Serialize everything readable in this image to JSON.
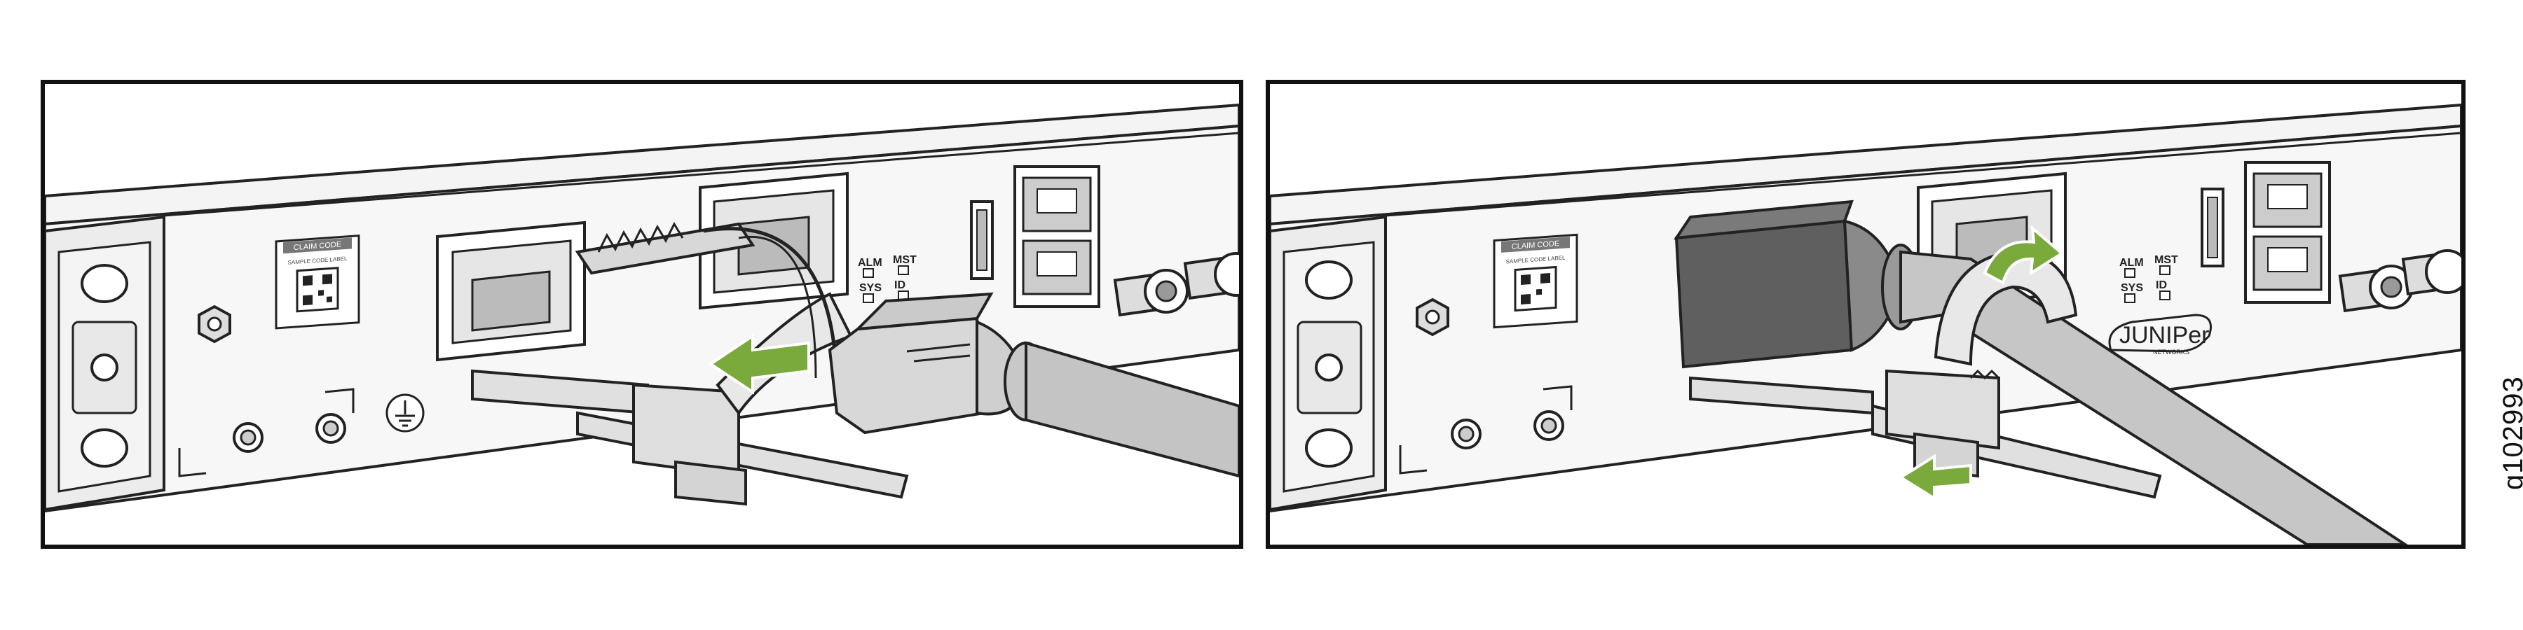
{
  "figure_id": "g102993",
  "panels": [
    {
      "name": "step-attach-clip",
      "labels": {
        "claim_title": "CLAIM CODE",
        "claim_sub": "SAMPLE CODE LABEL",
        "alm": "ALM",
        "sys": "SYS",
        "mst": "MST",
        "id": "ID"
      },
      "arrow_color": "#7aa93c"
    },
    {
      "name": "step-secure-clip",
      "labels": {
        "claim_title": "CLAIM CODE",
        "claim_sub": "SAMPLE CODE LABEL",
        "alm": "ALM",
        "sys": "SYS",
        "mst": "MST",
        "id": "ID",
        "logo": "JUNIPer",
        "logo_sub": "NETWORKS"
      },
      "arrow_color": "#7aa93c"
    }
  ]
}
